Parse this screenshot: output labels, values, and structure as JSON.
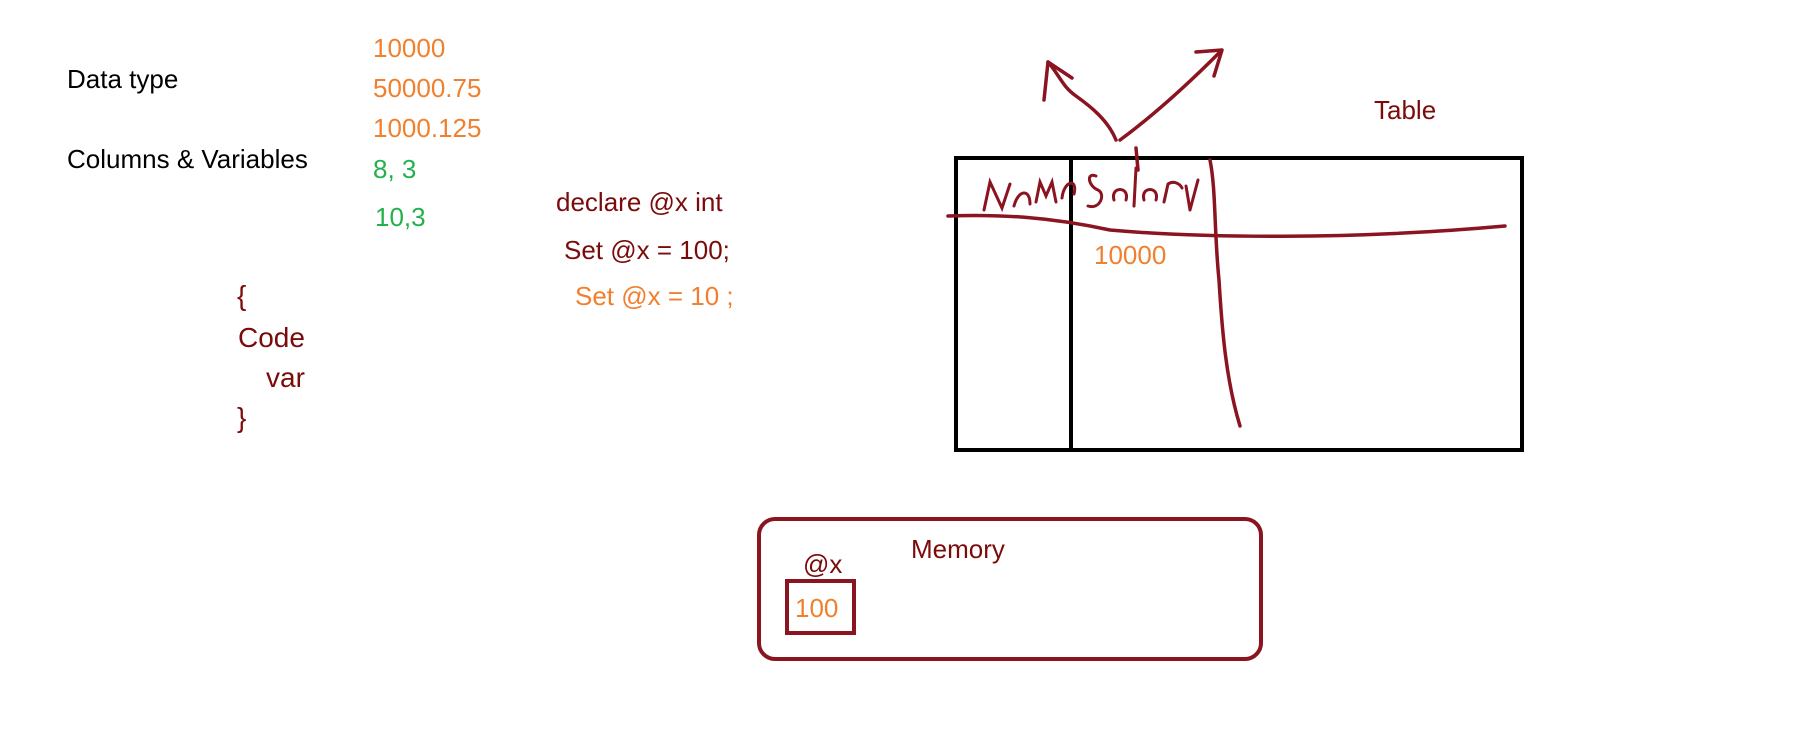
{
  "labels": {
    "data_type": "Data type",
    "columns_variables": "Columns  & Variables",
    "table": "Table",
    "memory": "Memory"
  },
  "sample_values": {
    "v1": "10000",
    "v2": "50000.75",
    "v3": "1000.125",
    "precision1": "8, 3",
    "precision2": "10,3"
  },
  "code_block": {
    "open_brace": "{",
    "code": "Code",
    "var": "var",
    "close_brace": "}"
  },
  "sql": {
    "declare": "declare @x int",
    "set1": "Set @x = 100;",
    "set2": "Set @x = 10 ;"
  },
  "table_sketch": {
    "col1_label": "Name",
    "col2_label": "Salary",
    "cell_value": "10000"
  },
  "memory_sketch": {
    "var_name": "@x",
    "var_value": "100"
  },
  "colors": {
    "black": "#000000",
    "dark_red": "#7b0b0b",
    "orange": "#f08030",
    "green": "#22b14c",
    "ink": "#8a1420"
  }
}
